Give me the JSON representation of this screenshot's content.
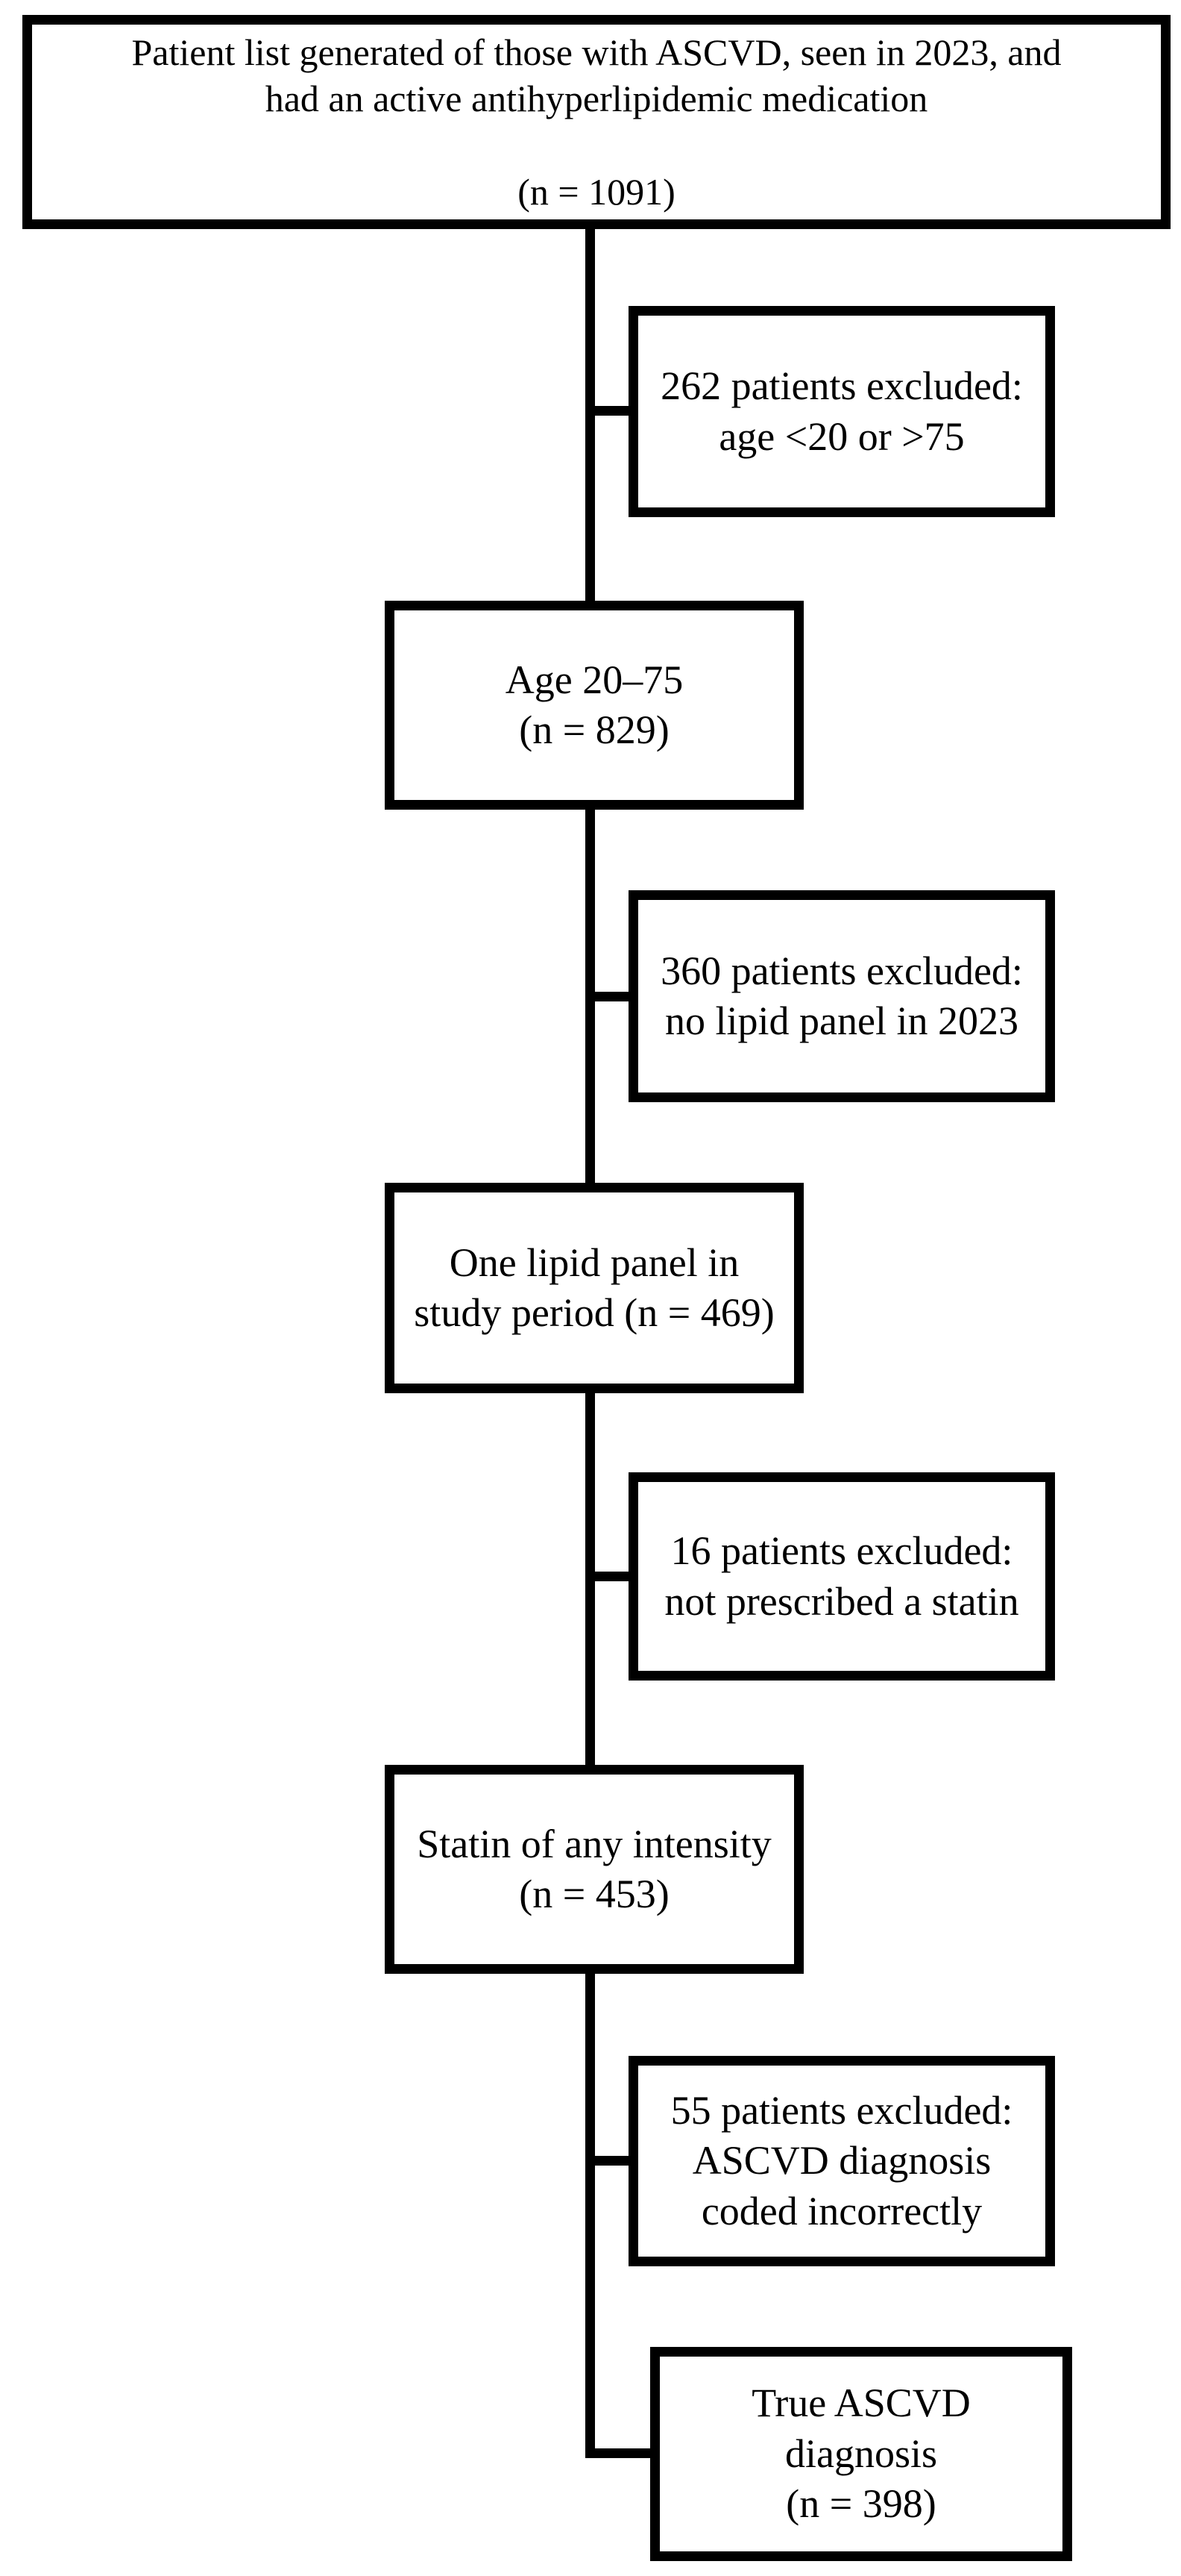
{
  "diagram": {
    "type": "patient-flowchart",
    "colors": {
      "background": "#ffffff",
      "box_border": "#000000",
      "text": "#000000",
      "connector": "#000000"
    },
    "nodes": {
      "start": {
        "text": "Patient list generated of those with ASCVD, seen in 2023, and\nhad an active antihyperlipidemic medication\n\n(n = 1091)",
        "n": 1091
      },
      "excluded_age": {
        "text": "262 patients excluded:\nage <20 or >75",
        "n": 262
      },
      "age_20_75": {
        "text": "Age 20–75\n(n = 829)",
        "n": 829
      },
      "excluded_lipid": {
        "text": "360 patients excluded:\nno lipid panel in 2023",
        "n": 360
      },
      "one_lipid_panel": {
        "text": "One lipid panel in\nstudy period (n = 469)",
        "n": 469
      },
      "excluded_statin": {
        "text": "16 patients excluded:\nnot prescribed a statin",
        "n": 16
      },
      "statin_any_intensity": {
        "text": "Statin of any intensity\n(n = 453)",
        "n": 453
      },
      "excluded_coding": {
        "text": "55 patients excluded:\nASCVD diagnosis\ncoded incorrectly",
        "n": 55
      },
      "true_ascvd": {
        "text": "True ASCVD\ndiagnosis\n(n = 398)",
        "n": 398
      }
    }
  }
}
